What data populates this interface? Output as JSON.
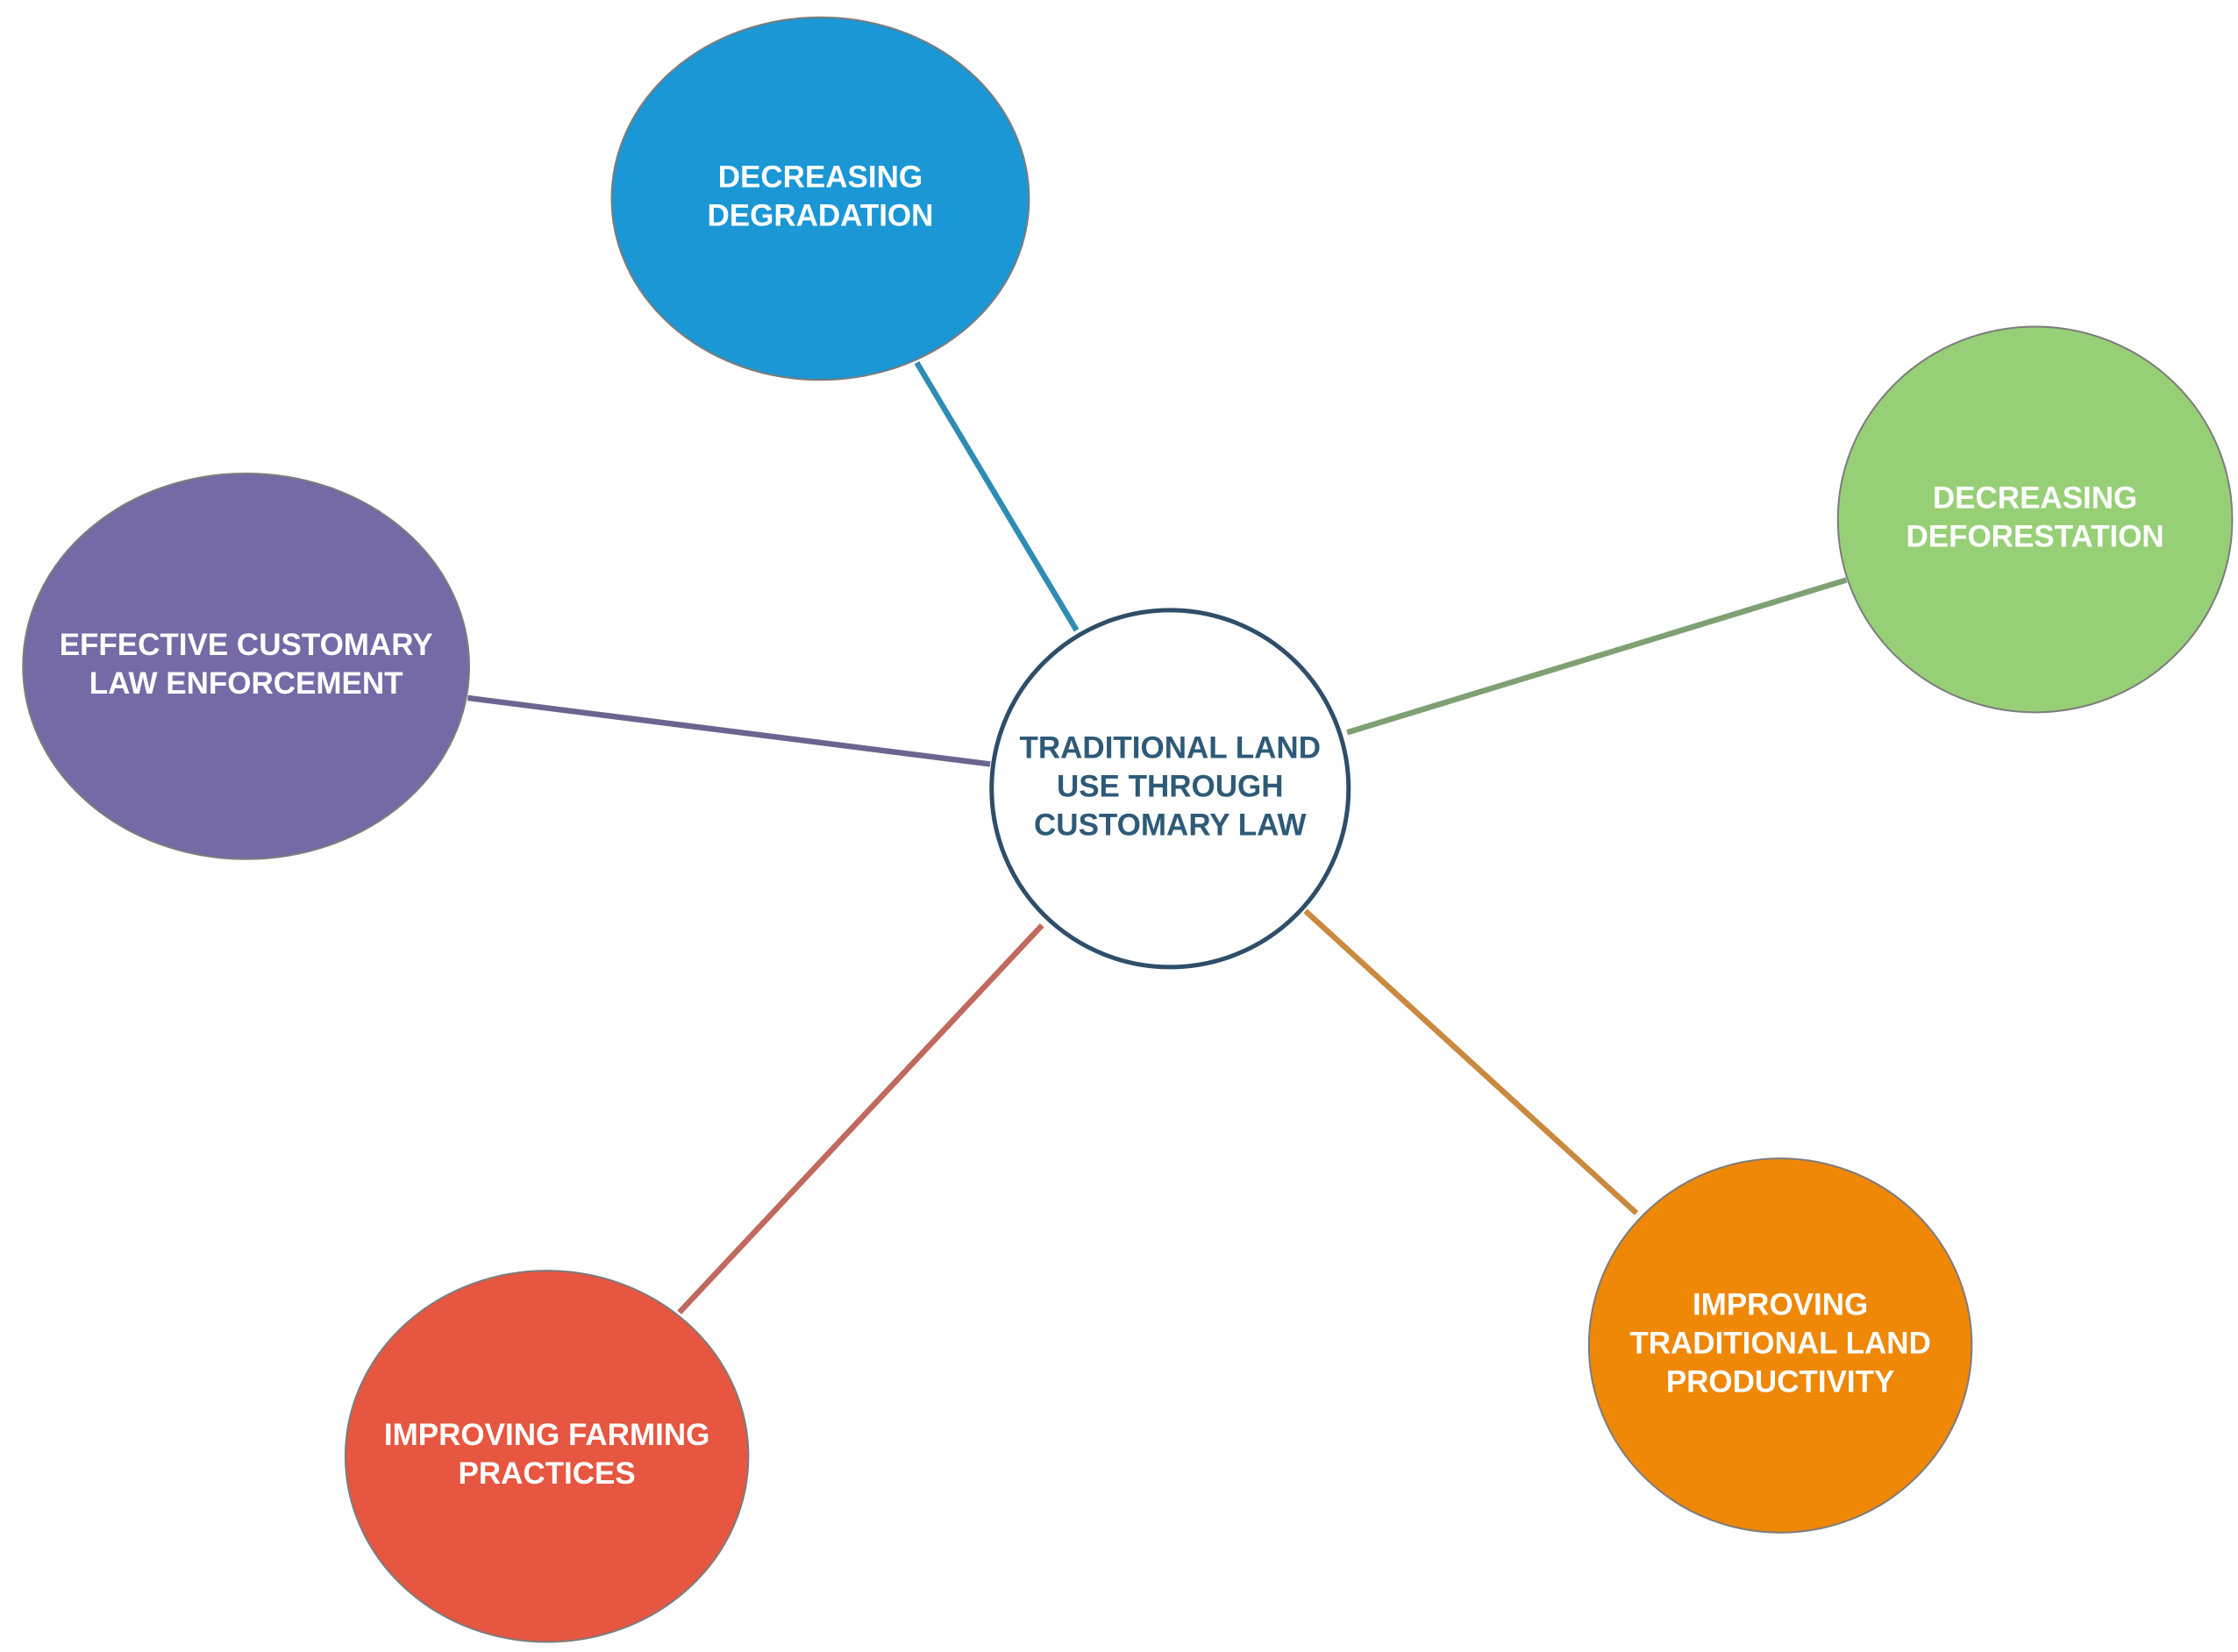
{
  "center": {
    "lines": [
      "TRADITIONAL LAND",
      "USE THROUGH",
      "CUSTOMARY  LAW"
    ],
    "fill": "#ffffff",
    "stroke": "#2e4e69"
  },
  "nodes": [
    {
      "id": "decreasing-degradation",
      "lines": [
        "DECREASING",
        "DEGRADATION"
      ],
      "fill": "#1a97d4",
      "connector": "#2f8cb4"
    },
    {
      "id": "decreasing-deforestation",
      "lines": [
        "DECREASING",
        "DEFORESTATION"
      ],
      "fill": "#97cf77",
      "connector": "#7fa072"
    },
    {
      "id": "improving-land-productivity",
      "lines": [
        "IMPROVING",
        "TRADITIONAL LAND",
        "PRODUCTIVITY"
      ],
      "fill": "#ef8707",
      "connector": "#c98a3f"
    },
    {
      "id": "improving-farming-practices",
      "lines": [
        "IMPROVING FARMING",
        "PRACTICES"
      ],
      "fill": "#e65640",
      "connector": "#c0695d"
    },
    {
      "id": "effective-law-enforcement",
      "lines": [
        "EFFECTIVE CUSTOMARY",
        "LAW ENFORCEMENT"
      ],
      "fill": "#756aa5",
      "connector": "#6a6590"
    }
  ]
}
